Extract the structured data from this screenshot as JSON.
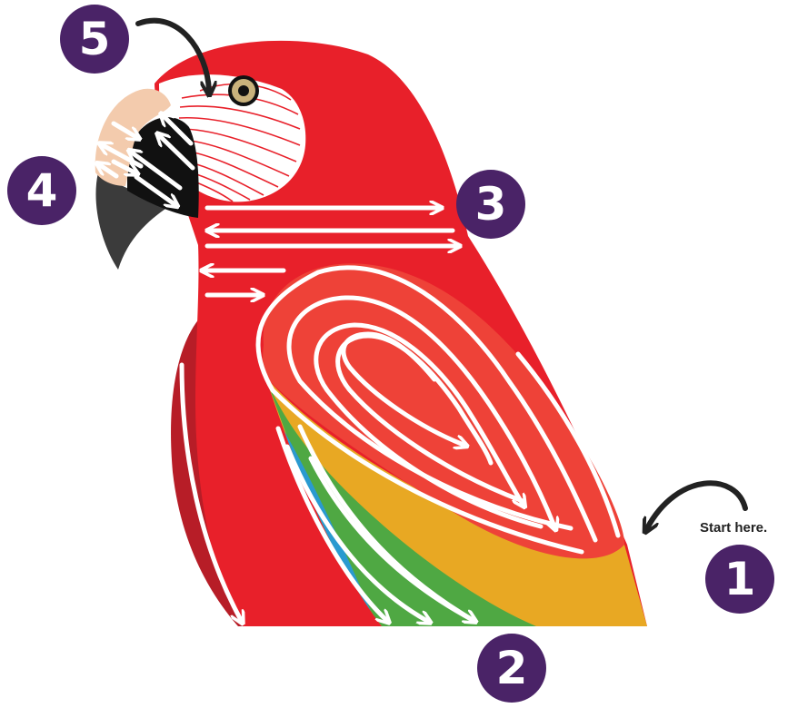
{
  "steps": [
    {
      "number": "1"
    },
    {
      "number": "2"
    },
    {
      "number": "3"
    },
    {
      "number": "4"
    },
    {
      "number": "5"
    }
  ],
  "start_label": "Start here.",
  "colors": {
    "badge": "#4a2367",
    "red_body": "#e8202a",
    "dark_red": "#b71d27",
    "wing_red": "#ee4238",
    "yellow": "#e8a823",
    "green": "#4fa843",
    "blue": "#2a9ad0",
    "beak_upper": "#f3cbad",
    "beak_black": "#111111",
    "beak_gray": "#3b3b3b",
    "arrow": "#ffffff",
    "pointer_arrow": "#222222",
    "eye_iris": "#c9b27c"
  }
}
